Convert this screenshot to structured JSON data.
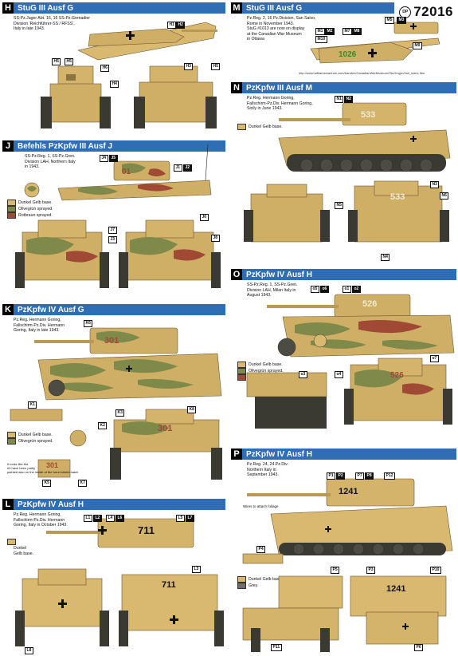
{
  "brand": {
    "logo": "DP",
    "number": "72016"
  },
  "colors": {
    "header": "#2f6db5",
    "dunkelgelb": "#d9b870",
    "olive": "#7f8a4a",
    "rot": "#a04a35",
    "grey": "#6e6e66"
  },
  "legend_labels": {
    "dunkel_gelb": "Dunkel Gelb base.",
    "dunkel_gelb_base": "Dunkel Gelb base.",
    "olive": "Olivegrün sprayed.",
    "rot": "Rotbraun sprayed.",
    "grey": "Grey."
  },
  "panels": {
    "H": {
      "letter": "H",
      "title": "StuG III Ausf G",
      "note": "SS-Pz.Jager Abt. 16, 16 SS-Pz.Grenadier\nDivision 'Reichführer-SS / RFSS',\nItaly in late 1943.",
      "tags": [
        "H1",
        "H2",
        "H5",
        "H5",
        "H6",
        "H4",
        "H3",
        "H5"
      ]
    },
    "M": {
      "letter": "M",
      "title": "StuG III Ausf G",
      "note": "Pz.Reg. 2, 16 Pz.Division, San Salvo,\nRome in November 1943.\nStuG #1013 are now on display\nat the Canadian War Museum\nin Ottawa",
      "tags": [
        "M5",
        "M3",
        "M1",
        "M2",
        "M7",
        "M8",
        "M10",
        "M9"
      ],
      "marking": "1026",
      "url": "http://www.williamsmarines.com/Aarobin/CanadianWarMuseum/StuGmgrn/hull_index.htm"
    },
    "J": {
      "letter": "J",
      "title": "Befehls PzKpfw III Ausf J",
      "note": "SS-Pz.Reg. 1, SS-Pz.Gren.\nDivision LAH, Northern Italy\nin 1943.",
      "tags": [
        "J4",
        "J5",
        "J1",
        "J2",
        "J7",
        "J6",
        "J3",
        "J8"
      ],
      "marking": "01"
    },
    "N": {
      "letter": "N",
      "title": "PzKpfw III Ausf M",
      "note": "Pz.Reg. Hermann Goring,\nFallschirm-Pz.Div. Hermann Goring,\nSicily in June 1943.",
      "tags": [
        "N1",
        "N2",
        "N3",
        "N5",
        "N6",
        "N4"
      ],
      "marking": "533"
    },
    "K": {
      "letter": "K",
      "title": "PzKpfw IV Ausf G",
      "note": "Pz.Reg. Hermann Goring,\nFallschirm-Pz.Div. Hermann\nGoring, Italy in late 1943.",
      "tags": [
        "K6",
        "K1",
        "K2",
        "K3",
        "K8",
        "K5",
        "K7"
      ],
      "marking": "301",
      "extra_note": "It looks like the\n#3 have been partly\npainted also on the inside of the turret shield hatch"
    },
    "O": {
      "letter": "O",
      "title": "PzKpfw IV Ausf H",
      "note": "SS-Pz.Reg. 1, SS-Pz.Gren.\nDivision LAH, Milan Italy in\nAugust 1943.",
      "tags": [
        "o5",
        "o6",
        "o1",
        "o2",
        "o3",
        "o4",
        "o7"
      ],
      "marking": "526"
    },
    "L": {
      "letter": "L",
      "title": "PzKpfw IV Ausf H",
      "note": "Pz.Reg. Hermann Goring,\nFallschirm-Pz.Div. Hermann\nGoring, Italy in October 1943.",
      "tags": [
        "L1",
        "L2",
        "L4",
        "L6",
        "L5",
        "L7",
        "L3",
        "L8"
      ],
      "marking": "711",
      "legend_note": "Dunkel\nGelb base."
    },
    "P": {
      "letter": "P",
      "title": "PzKpfw IV Ausf H",
      "note": "Pz.Reg. 24, 24.Pz.Div.\nNorthern Italy in\nSeptember 1943.",
      "tags": [
        "P1",
        "P2",
        "P7",
        "P8",
        "P12",
        "P4",
        "P5",
        "P3",
        "P10",
        "P11",
        "P6"
      ],
      "marking": "1241",
      "annotation": "Wires to attach foliage"
    }
  }
}
